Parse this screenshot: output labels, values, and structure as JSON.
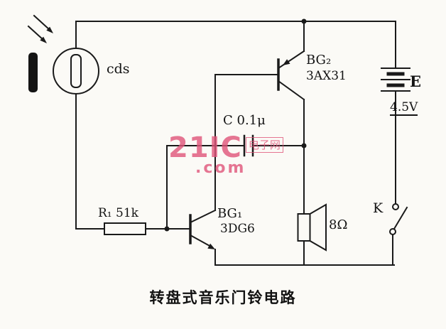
{
  "caption": {
    "text": "转盘式音乐门铃电路"
  },
  "watermark": {
    "brand": "21IC",
    "suffix": ".com",
    "site": "电子网",
    "color": "#e0557a"
  },
  "components": {
    "photoresistor": {
      "label": "cds"
    },
    "resistor_r1": {
      "label": "R₁ 51k"
    },
    "transistor_bg1": {
      "label": "BG₁",
      "model": "3DG6"
    },
    "transistor_bg2": {
      "label": "BG₂",
      "model": "3AX31"
    },
    "capacitor_c": {
      "label": "C 0.1μ"
    },
    "speaker": {
      "impedance": "8Ω"
    },
    "battery": {
      "label": "E",
      "voltage": "4.5V"
    },
    "switch_k": {
      "label": "K"
    }
  }
}
